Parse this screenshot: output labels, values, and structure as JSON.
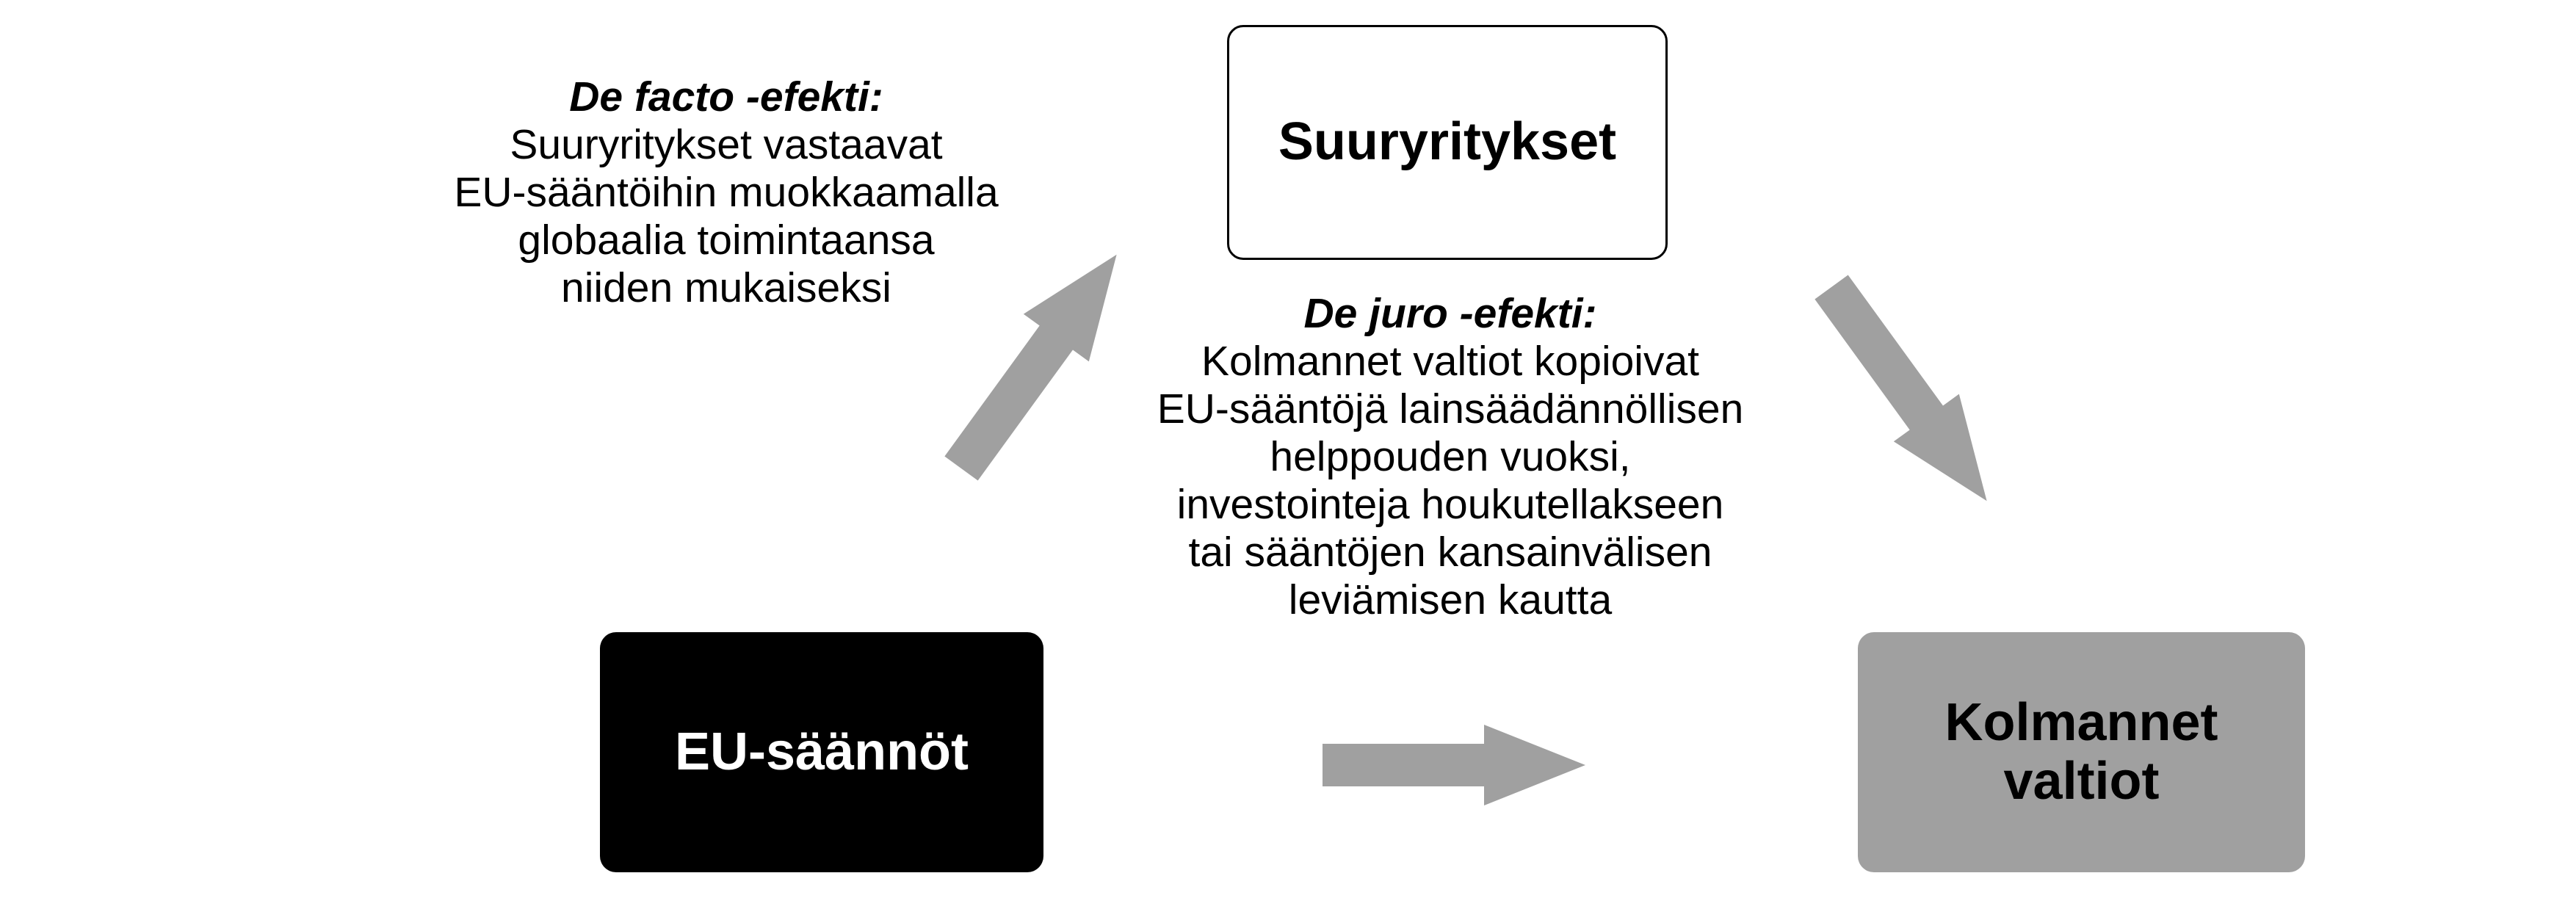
{
  "nodes": {
    "companies": "Suuryritykset",
    "eu_rules": "EU-säännöt",
    "third_countries_line1": "Kolmannet",
    "third_countries_line2": "valtiot"
  },
  "de_facto": {
    "heading": "De facto -efekti:",
    "lines": [
      "Suuryritykset vastaavat",
      "EU-sääntöihin muokkaamalla",
      "globaalia toimintaansa",
      "niiden mukaiseksi"
    ]
  },
  "de_jure": {
    "heading": "De juro -efekti:",
    "lines": [
      "Kolmannet valtiot kopioivat",
      "EU-sääntöjä lainsäädännöllisen",
      "helppouden vuoksi,",
      "investointeja houkutellakseen",
      "tai sääntöjen kansainvälisen",
      "leviämisen kautta"
    ]
  },
  "colors": {
    "arrow": "#a0a0a0",
    "eu_box": "#000000",
    "third_box": "#a0a0a0"
  }
}
